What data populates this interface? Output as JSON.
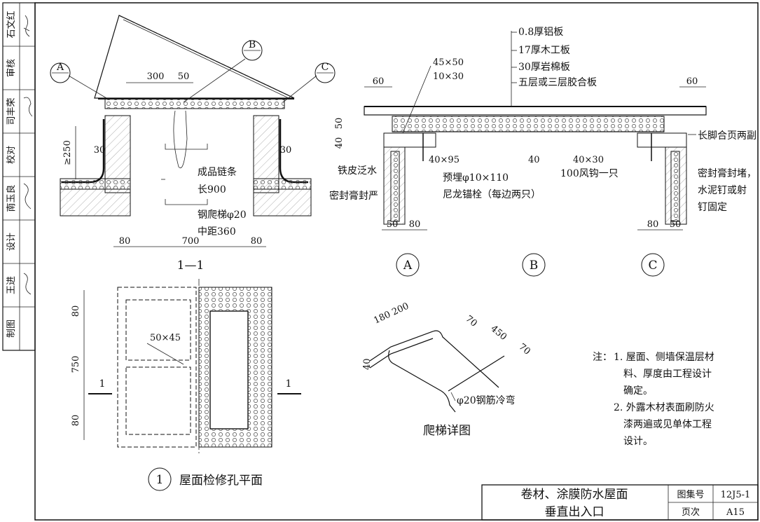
{
  "sidebar": {
    "roles": [
      "石文红",
      "审核",
      "司丰荣",
      "校对",
      "南玉良",
      "设计",
      "王进",
      "制图"
    ]
  },
  "section_view": {
    "callouts": [
      "A",
      "B",
      "C"
    ],
    "dim_300": "300",
    "dim_50": "50",
    "dim_30_left": "30",
    "dim_30_right": "30",
    "dim_250": "≥250",
    "chain_label_1": "成品链条",
    "chain_label_2": "长900",
    "ladder_label_1": "钢爬梯φ20",
    "ladder_label_2": "中距360",
    "dim_80_left": "80",
    "dim_700": "700",
    "dim_80_right": "80",
    "section_title": "1—1"
  },
  "detail_view": {
    "dim_45x50": "45×50",
    "dim_10x30": "10×30",
    "layer_1": "0.8厚铝板",
    "layer_2": "17厚木工板",
    "layer_3": "30厚岩棉板",
    "layer_4": "五层或三层胶合板",
    "dim_60_left": "60",
    "dim_60_right": "60",
    "dim_50_v": "50",
    "dim_40_v": "40",
    "dim_40x95": "40×95",
    "dim_40": "40",
    "dim_40x30": "40×30",
    "hook": "100风钩一只",
    "hinge": "长脚合页两副",
    "flashing": "铁皮泛水",
    "sealant_left": "密封膏封严",
    "anchor_1": "预埋φ10×110",
    "anchor_2": "尼龙锚栓（每边两只）",
    "sealant_right_1": "密封膏封堵，",
    "sealant_right_2": "水泥钉或射",
    "sealant_right_3": "钉固定",
    "dim_50_a": "50",
    "dim_80_a": "80",
    "dim_80_c": "80",
    "dim_50_c": "50",
    "circle_a": "A",
    "circle_b": "B",
    "circle_c": "C"
  },
  "plan_view": {
    "dim_80_top": "80",
    "dim_750": "750",
    "dim_80_bottom": "80",
    "label_50x45": "50×45",
    "cut_left": "1",
    "cut_right": "1",
    "circle_num": "1",
    "title": "屋面检修孔平面"
  },
  "ladder_detail": {
    "dim_180": "180",
    "dim_200": "200",
    "dim_70_a": "70",
    "dim_450": "450",
    "dim_70_b": "70",
    "dim_40": "40",
    "bar_label": "φ20钢筋冷弯",
    "title": "爬梯详图"
  },
  "notes": {
    "head": "注：",
    "n1_a": "1. 屋面、侧墙保温层材",
    "n1_b": "料、厚度由工程设计",
    "n1_c": "确定。",
    "n2_a": "2. 外露木材表面刷防火",
    "n2_b": "漆两遍或见单体工程",
    "n2_c": "设计。"
  },
  "title_block": {
    "title_1": "卷材、涂膜防水屋面",
    "title_2": "垂直出入口",
    "atlas_label": "图集号",
    "atlas_value": "12J5-1",
    "page_label": "页次",
    "page_value": "A15"
  }
}
